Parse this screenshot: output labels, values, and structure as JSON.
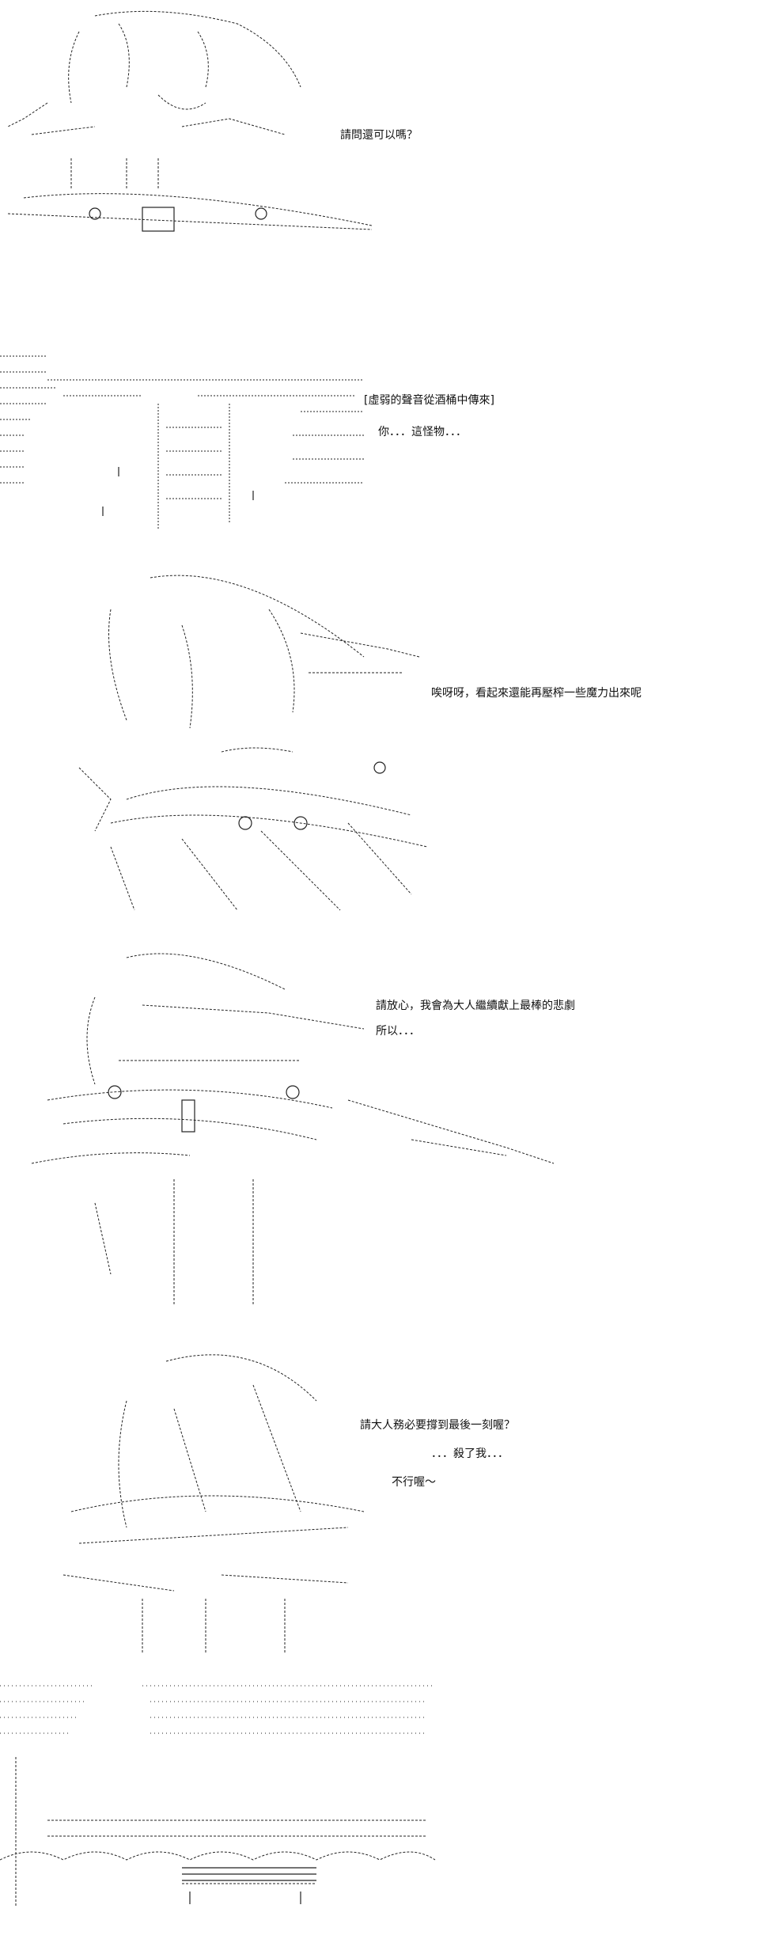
{
  "panels": [
    {
      "lines": [
        "請問還可以嗎？"
      ]
    },
    {
      "lines": [
        "[虛弱的聲音從酒桶中傳來]",
        "你．．．這怪物．．．"
      ]
    },
    {
      "lines": [
        "唉呀呀，看起來還能再壓榨一些魔力出來呢"
      ]
    },
    {
      "lines": [
        "請放心，我會為大人繼續獻上最棒的悲劇",
        "所以．．．"
      ]
    },
    {
      "lines": [
        "請大人務必要撐到最後一刻喔？",
        "．．．殺了我．．．",
        "不行喔～"
      ]
    },
    {
      "lines": []
    }
  ],
  "art": {
    "stroke_color": "#222222"
  }
}
